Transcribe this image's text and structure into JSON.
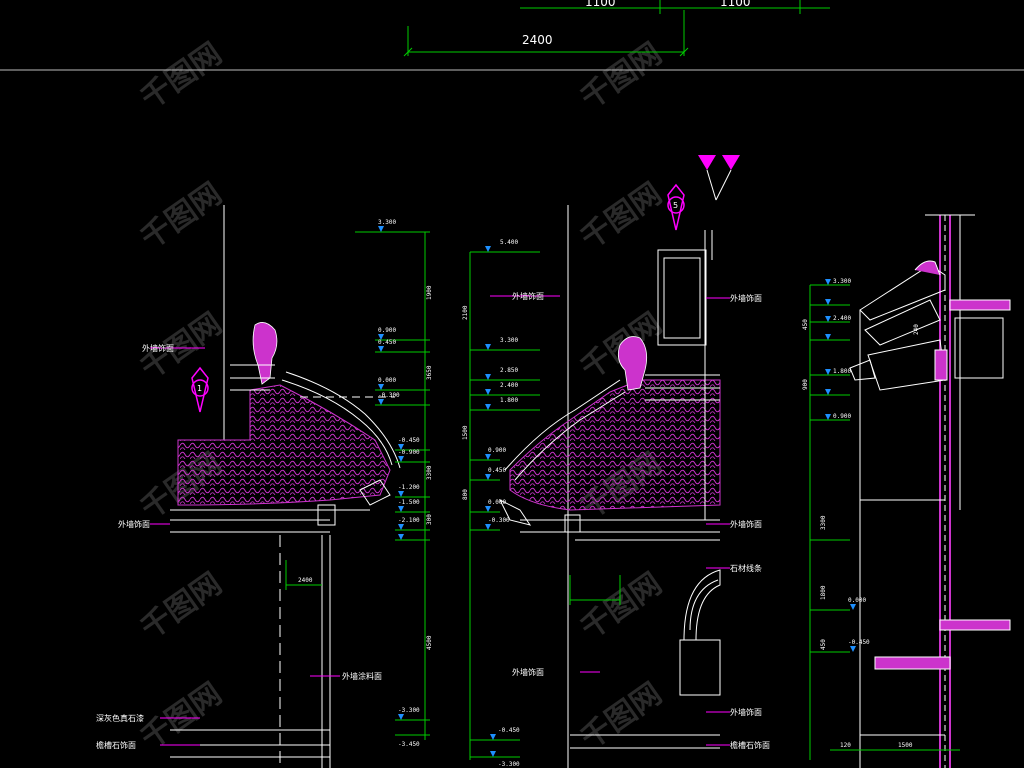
{
  "drawing": {
    "top_dimension": "2400",
    "top_dimension_partial_left": "1100",
    "top_dimension_partial_right": "1100",
    "watermark": "千图网",
    "colors": {
      "background": "#000000",
      "dim_line": "#00cc00",
      "guide_line": "#ffffff",
      "leader": "#ff00ff",
      "hatch": "#cc33cc",
      "elevation_mark": "#1e90ff",
      "text": "#ffffff"
    },
    "section_symbol_1": "1",
    "section_symbol_2": "5",
    "section_1": {
      "labels": [
        "外墙饰面",
        "外墙饰面",
        "外墙涂料面",
        "深灰色真石漆",
        "檐槽石饰面"
      ],
      "levels": [
        "3.300",
        "0.900",
        "0.450",
        "0.000",
        "-0.300",
        "-0.450",
        "-0.900",
        "-1.200",
        "-1.500",
        "-2.100",
        "-3.300",
        "-3.450"
      ],
      "dims": [
        "1900",
        "3650",
        "3300",
        "2400",
        "300",
        "4500"
      ]
    },
    "section_2": {
      "labels": [
        "外墙饰面",
        "外墙饰面",
        "外墙饰面",
        "石材线条",
        "檐槽石饰面"
      ],
      "levels": [
        "5.400",
        "3.300",
        "2.850",
        "2.400",
        "1.800",
        "0.900",
        "0.450",
        "0.000",
        "-0.300",
        "-0.450",
        "-3.300"
      ],
      "dims": [
        "2100",
        "1500",
        "800"
      ]
    },
    "section_3": {
      "levels": [
        "3.300",
        "2.400",
        "1.800",
        "0.900",
        "0.000",
        "-0.450"
      ],
      "dims": [
        "3300",
        "1800",
        "900",
        "450",
        "240",
        "120",
        "1500"
      ]
    }
  }
}
